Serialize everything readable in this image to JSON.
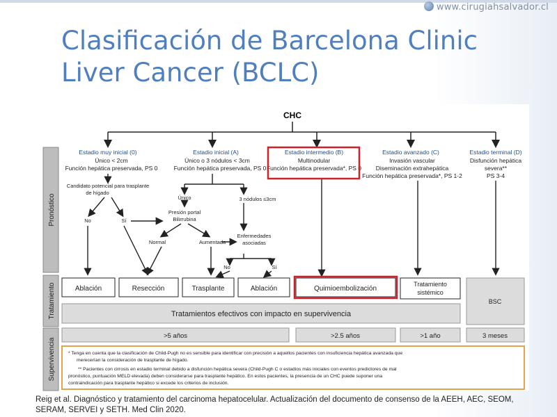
{
  "site": "www.cirugiahsalvador.cl",
  "title_line1": "Clasificación de Barcelona Clinic",
  "title_line2": "Liver Cancer (BCLC)",
  "diagram": {
    "root": "CHC",
    "side_labels": {
      "pronostico": "Pronóstico",
      "tratamiento": "Tratamiento",
      "supervivencia": "Supervivencia"
    },
    "stages": {
      "s0": {
        "name": "Estadio muy inicial (0)",
        "l1": "Único < 2cm",
        "l2": "Función hepática preservada, PS 0"
      },
      "sa": {
        "name": "Estadio inicial (A)",
        "l1": "Único o 3 nódulos < 3cm",
        "l2": "Función hepática preservada, PS 0"
      },
      "sb": {
        "name": "Estadio intermedio (B)",
        "l1": "Multinodular",
        "l2": "Función hepática preservada*, PS 0"
      },
      "sc": {
        "name": "Estadio avanzado (C)",
        "l1": "Invasión vascular",
        "l2": "Diseminación extrahepática",
        "l3": "Función hepática preservada*, PS 1-2"
      },
      "sd": {
        "name": "Estadio terminal (D)",
        "l1": "Disfunción hepática",
        "l2": "severa**",
        "l3": "PS 3-4"
      }
    },
    "nodes": {
      "candidato1": "Candidato potencial para trasplante",
      "candidato2": "de hígado",
      "no1": "No",
      "si1": "Sí",
      "unico": "Único",
      "tres_nodulos": "3 nódulos ≤3cm",
      "presion1": "Presión portal",
      "presion2": "Bilirrubina",
      "normal": "Normal",
      "aumentada": "Aumentada",
      "enf1": "Enfermedades",
      "enf2": "asociadas",
      "no2": "No",
      "si2": "Sí"
    },
    "treatments": {
      "ablacion1": "Ablación",
      "reseccion": "Resección",
      "trasplante": "Trasplante",
      "ablacion2": "Ablación",
      "quimio": "Quimioembolización",
      "sist1": "Tratamiento",
      "sist2": "sistémico",
      "bsc": "BSC"
    },
    "effective": "Tratamientos efectivos con impacto en supervivencia",
    "survival": {
      "s1": ">5 años",
      "s2": ">2.5 años",
      "s3": ">1 año",
      "s4": "3 meses"
    },
    "notes": {
      "n1a": "* Tenga en cuenta que la clasificación de Child-Pugh no es sensible para identificar con precisión a aquellos pacientes con insuficiencia hepática avanzada que",
      "n1b": "merecerían la consideración de trasplante de hígado.",
      "n2a": "** Pacientes con cirrosis en estadio terminal debido a disfunción hepática severa (Child-Pugh C o estadios más iniciales con eventos predictores de mal",
      "n2b": "pronóstico, puntuación MELD elevada) deben considerarse para trasplante hepático. En estos pacientes, la presencia de un CHC puede suponer una",
      "n2c": "contraindicación para trasplante hepático si excede los criterios de inclusión."
    },
    "colors": {
      "highlight": "#d0202a",
      "note_border": "#e0a54a",
      "box_fill": "#dcdcdc",
      "line": "#222222"
    }
  },
  "citation_line1": "Reig et al. Diagnóstico y tratamiento del carcinoma hepatocelular. Actualización del  documento de consenso de la AEEH, AEC, SEOM,",
  "citation_line2": "SERAM, SERVEI y SETH. Med Clin 2020."
}
